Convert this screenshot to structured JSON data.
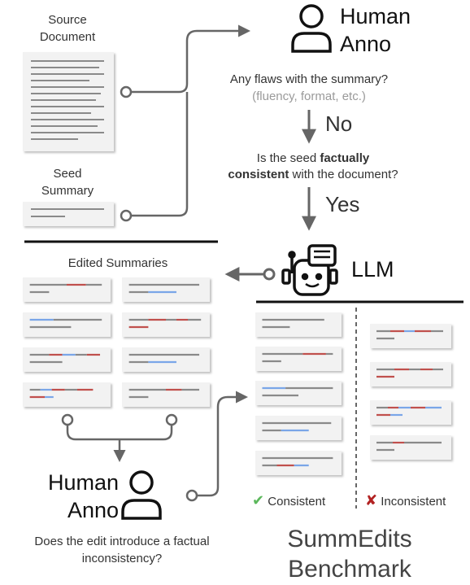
{
  "source_document_label": "Source\nDocument",
  "seed_summary_label": "Seed\nSummary",
  "human_anno_top": "Human\nAnno",
  "question_flaws": "Any flaws with the summary?",
  "question_flaws_hint": "(fluency, format, etc.)",
  "answer_no": "No",
  "question_consistent": {
    "pre": "Is the seed ",
    "bold1": "factually",
    "bold2": "consistent",
    "post": " with the document?"
  },
  "answer_yes": "Yes",
  "llm_label": "LLM",
  "edited_summaries_label": "Edited Summaries",
  "human_anno_bottom": "Human\nAnno",
  "question_edit": "Does the edit introduce a factual\ninconsistency?",
  "legend": {
    "consistent": "Consistent",
    "inconsistent": "Inconsistent",
    "check_glyph": "✔",
    "cross_glyph": "✘"
  },
  "benchmark_title": "SummEdits\nBenchmark",
  "colors": {
    "red": "#c0504d",
    "blue": "#7aa6e8",
    "gray_line": "#8a8a8a",
    "check": "#5cb85c",
    "cross": "#b22222"
  }
}
